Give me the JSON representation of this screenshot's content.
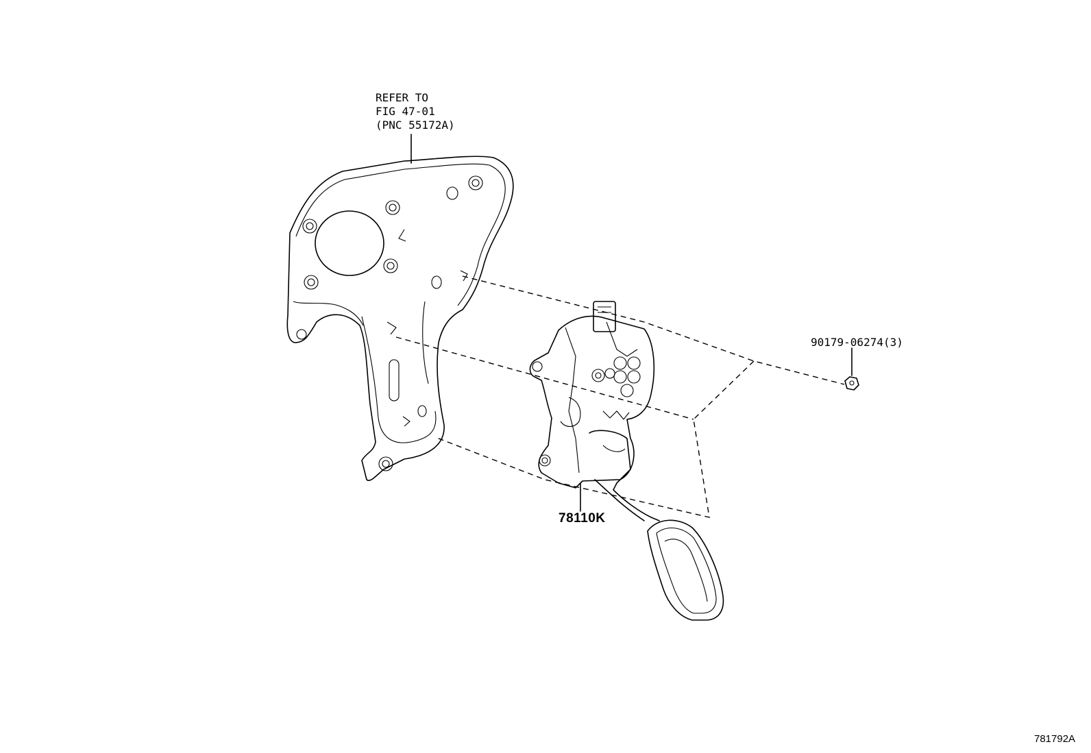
{
  "callouts": {
    "reference": [
      "REFER TO",
      "FIG 47-01",
      "(PNC 55172A)"
    ],
    "nut_part_number": "90179-06274(3)",
    "pedal_part_number": "78110K"
  },
  "figure_id": "781792A"
}
